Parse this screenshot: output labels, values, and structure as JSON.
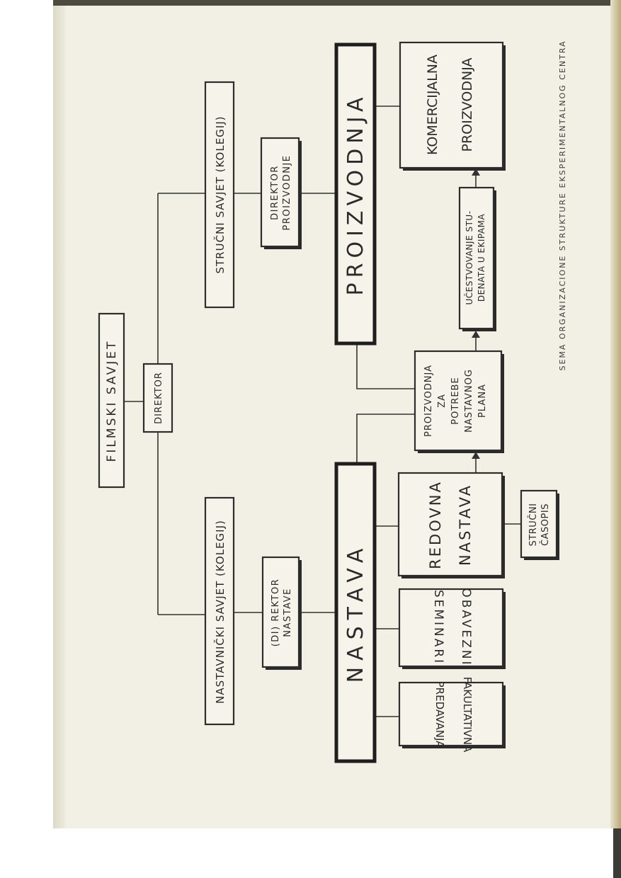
{
  "nodes": {
    "filmski_savjet": "FILMSKI SAVJET",
    "direktor": "DIREKTOR",
    "strucni_savjet": "STRUČNI SAVJET (KOLEGIJ)",
    "direktor_proizvodnje_1": "DIREKTOR",
    "direktor_proizvodnje_2": "PROIZVODNJE",
    "proizvodnja": "PROIZVODNJA",
    "nastavnicki_savjet": "NASTAVNIČKI SAVJET (KOLEGIJ)",
    "direktor_nastave_1": "(DI) REKTOR",
    "direktor_nastave_2": "NASTAVE",
    "nastava": "NASTAVA",
    "komercijalna_1": "KOMERCIJALNA",
    "komercijalna_2": "PROIZVODNJA",
    "ucestvovanje_1": "UČESTVOVANJE STU-",
    "ucestvovanje_2": "DENATA U EKIPAMA",
    "proizvodnja_plan_1": "PROIZVODNJA",
    "proizvodnja_plan_2": "ZA",
    "proizvodnja_plan_3": "POTREBE",
    "proizvodnja_plan_4": "NASTAVNOG",
    "proizvodnja_plan_5": "PLANA",
    "redovna_1": "REDOVNA",
    "redovna_2": "NASTAVA",
    "strucni_casopis_1": "STRUČNI",
    "strucni_casopis_2": "ČASOPIS",
    "obavezni_1": "OBAVEZNI",
    "obavezni_2": "SEMINARI",
    "fakultativna_1": "FAKULTATIVNA",
    "fakultativna_2": "PREDAVANJA"
  },
  "caption": "SEMA ORGANIZACIONE STRUKTURE EKSPERIMENTALNOG CENTRA"
}
